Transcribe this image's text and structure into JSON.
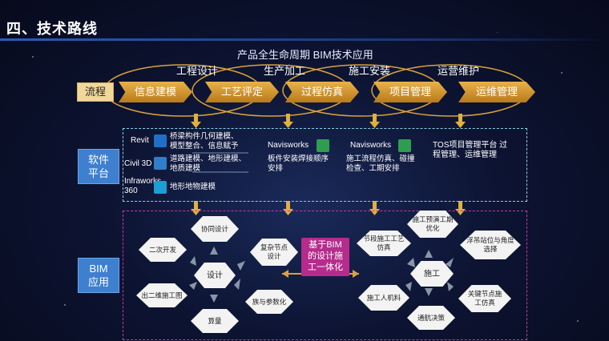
{
  "page_title": "四、技术路线",
  "subtitle": "产品全生命周期 BIM技术应用",
  "stages": [
    "工程设计",
    "生产加工",
    "施工安装",
    "运营维护"
  ],
  "flow": {
    "label": "流程",
    "steps": [
      "信息建模",
      "工艺评定",
      "过程仿真",
      "项目管理",
      "运维管理"
    ]
  },
  "software": {
    "label_line1": "软件",
    "label_line2": "平台",
    "revit": {
      "name": "Revit",
      "desc_line1": "桥梁构件几何建模、",
      "desc_line2": "模型整合、信息赋予"
    },
    "civil3d": {
      "name": "Civil 3D",
      "desc_line1": "道路建模、地形建模、",
      "desc_line2": "地质建模"
    },
    "infraworks": {
      "name_line1": "Infraworks",
      "name_line2": "360",
      "desc": "地形地物建模"
    },
    "navisworks1": {
      "name": "Navisworks",
      "desc_line1": "板件安装焊接顺序",
      "desc_line2": "安排"
    },
    "navisworks2": {
      "name": "Navisworks",
      "desc_line1": "施工流程仿真、碰撞",
      "desc_line2": "检查、工期安排"
    },
    "tos": {
      "desc_line1": "TOS项目管理平台 过",
      "desc_line2": "程管理、运维管理"
    }
  },
  "bim": {
    "label_line1": "BIM",
    "label_line2": "应用",
    "center_text_line1": "基于BIM",
    "center_text_line2": "的设计施",
    "center_text_line3": "工一体化",
    "design": {
      "center": "设计",
      "nodes": {
        "collab": "协同设计",
        "secondary": "二次开发",
        "drawing": "出二维施工图",
        "quantity": "算量",
        "param": "族与参数化",
        "joint_line1": "复杂节点",
        "joint_line2": "设计"
      }
    },
    "construction": {
      "center": "施工",
      "nodes": {
        "segment_line1": "节段施工工艺",
        "segment_line2": "仿真",
        "schedule_line1": "施工预演工期",
        "schedule_line2": "优化",
        "lifting_line1": "浮吊站位与角度",
        "lifting_line2": "选择",
        "keynode_line1": "关键节点施",
        "keynode_line2": "工仿真",
        "decision": "通航决策",
        "resources": "施工人机料"
      }
    }
  },
  "colors": {
    "arrow_gold": "#d9a23a",
    "label_blue": "#3e7fd0",
    "center_magenta": "#b62b8c",
    "software_border": "#8ad0e4",
    "bim_border": "#c23ca0"
  }
}
